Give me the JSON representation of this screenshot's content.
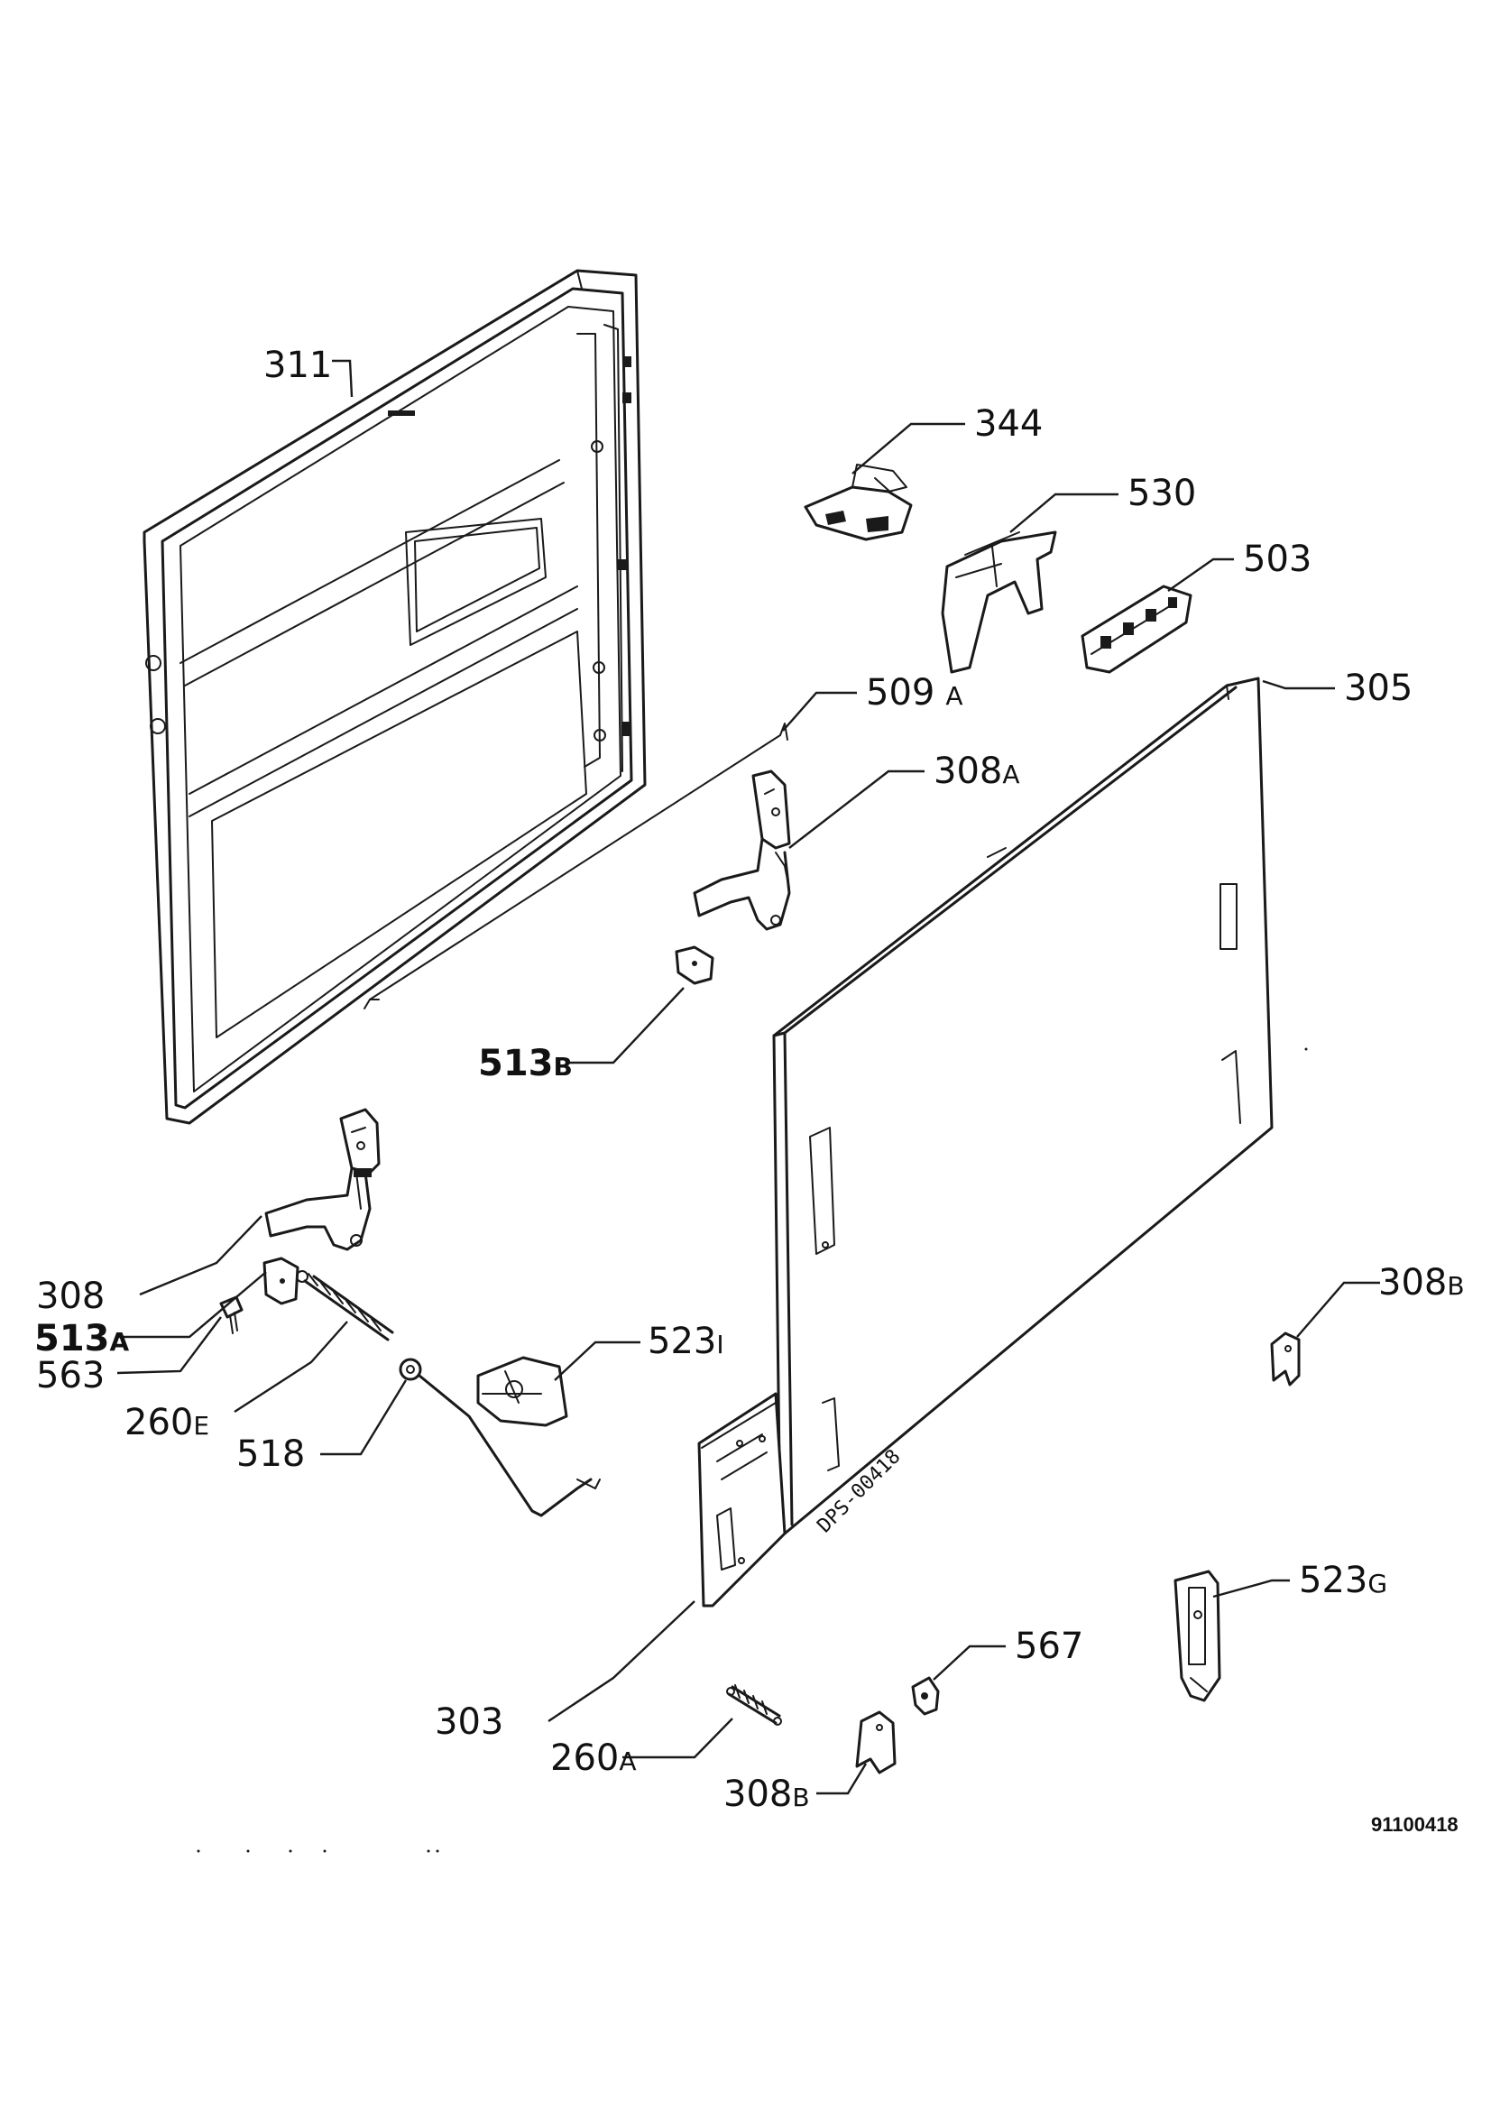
{
  "document_number": "91100418",
  "plate_stamp": "DPS-00418",
  "callouts": [
    {
      "id": "311",
      "text": "311",
      "suffix": ""
    },
    {
      "id": "344",
      "text": "344",
      "suffix": ""
    },
    {
      "id": "530",
      "text": "530",
      "suffix": ""
    },
    {
      "id": "503",
      "text": "503",
      "suffix": ""
    },
    {
      "id": "305",
      "text": "305",
      "suffix": ""
    },
    {
      "id": "509A",
      "text": "509",
      "suffix": "A"
    },
    {
      "id": "308A",
      "text": "308",
      "suffix": "A"
    },
    {
      "id": "513B",
      "text": "513",
      "suffix": "B"
    },
    {
      "id": "308",
      "text": "308",
      "suffix": ""
    },
    {
      "id": "513A",
      "text": "513",
      "suffix": "A"
    },
    {
      "id": "563",
      "text": "563",
      "suffix": ""
    },
    {
      "id": "260E",
      "text": "260",
      "suffix": "E"
    },
    {
      "id": "518",
      "text": "518",
      "suffix": ""
    },
    {
      "id": "523I",
      "text": "523",
      "suffix": "I"
    },
    {
      "id": "308B_right",
      "text": "308",
      "suffix": "B"
    },
    {
      "id": "523G",
      "text": "523",
      "suffix": "G"
    },
    {
      "id": "567",
      "text": "567",
      "suffix": ""
    },
    {
      "id": "303",
      "text": "303",
      "suffix": ""
    },
    {
      "id": "260A",
      "text": "260",
      "suffix": "A"
    },
    {
      "id": "308B_bottom",
      "text": "308",
      "suffix": "B"
    }
  ]
}
